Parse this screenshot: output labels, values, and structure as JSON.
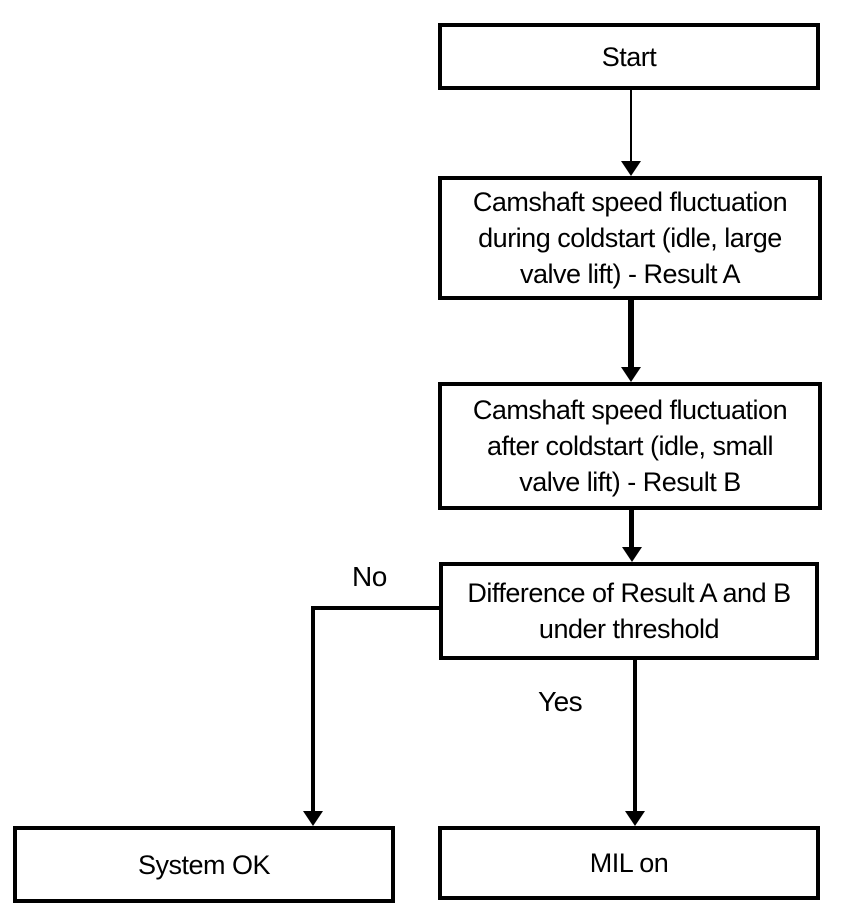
{
  "page": {
    "background_color": "#ffffff",
    "line_color": "#000000"
  },
  "flowchart": {
    "nodes": {
      "start": {
        "label": "Start"
      },
      "result_a": {
        "label": "Camshaft speed fluctuation\nduring coldstart (idle, large\nvalve lift) - Result A"
      },
      "result_b": {
        "label": "Camshaft speed fluctuation\nafter coldstart (idle, small\nvalve lift) - Result B"
      },
      "decision": {
        "label": "Difference of Result A and B\nunder threshold"
      },
      "system_ok": {
        "label": "System OK"
      },
      "mil_on": {
        "label": "MIL on"
      }
    },
    "edge_labels": {
      "no": "No",
      "yes": "Yes"
    }
  }
}
